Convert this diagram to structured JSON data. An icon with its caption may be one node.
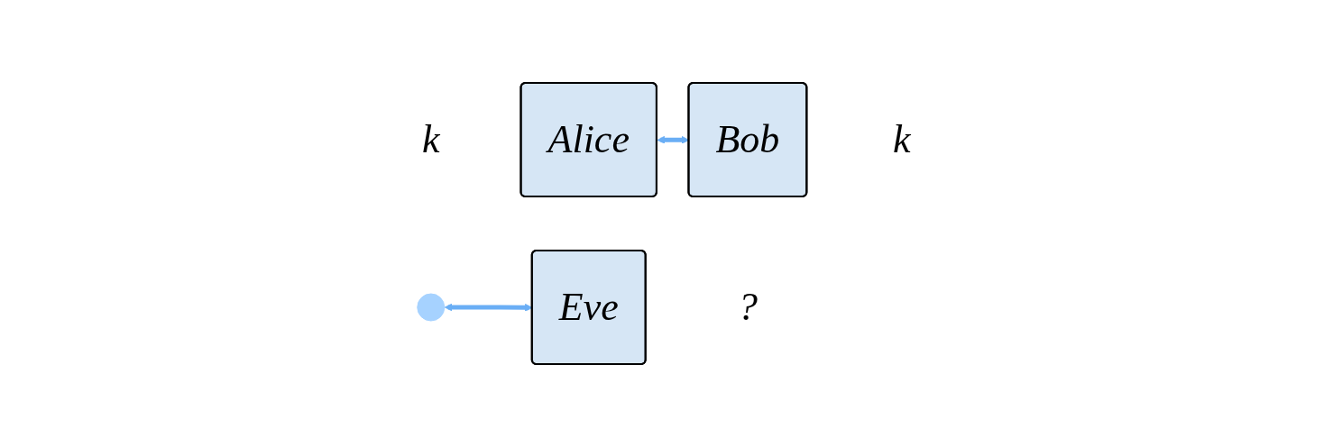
{
  "diagram": {
    "nodes": [
      {
        "text": [
          "Alice"
        ],
        "beside": [
          "k"
        ]
      },
      {
        "text": [
          "Bob"
        ],
        "beside": [
          "k"
        ]
      },
      {
        "text": [
          "Eve"
        ],
        "beside": [
          "?"
        ]
      }
    ],
    "edges": [
      {
        "from": 0,
        "to": 1,
        "arrow": "both"
      },
      {
        "from": null,
        "to": 2,
        "arrow": "both"
      }
    ]
  }
}
